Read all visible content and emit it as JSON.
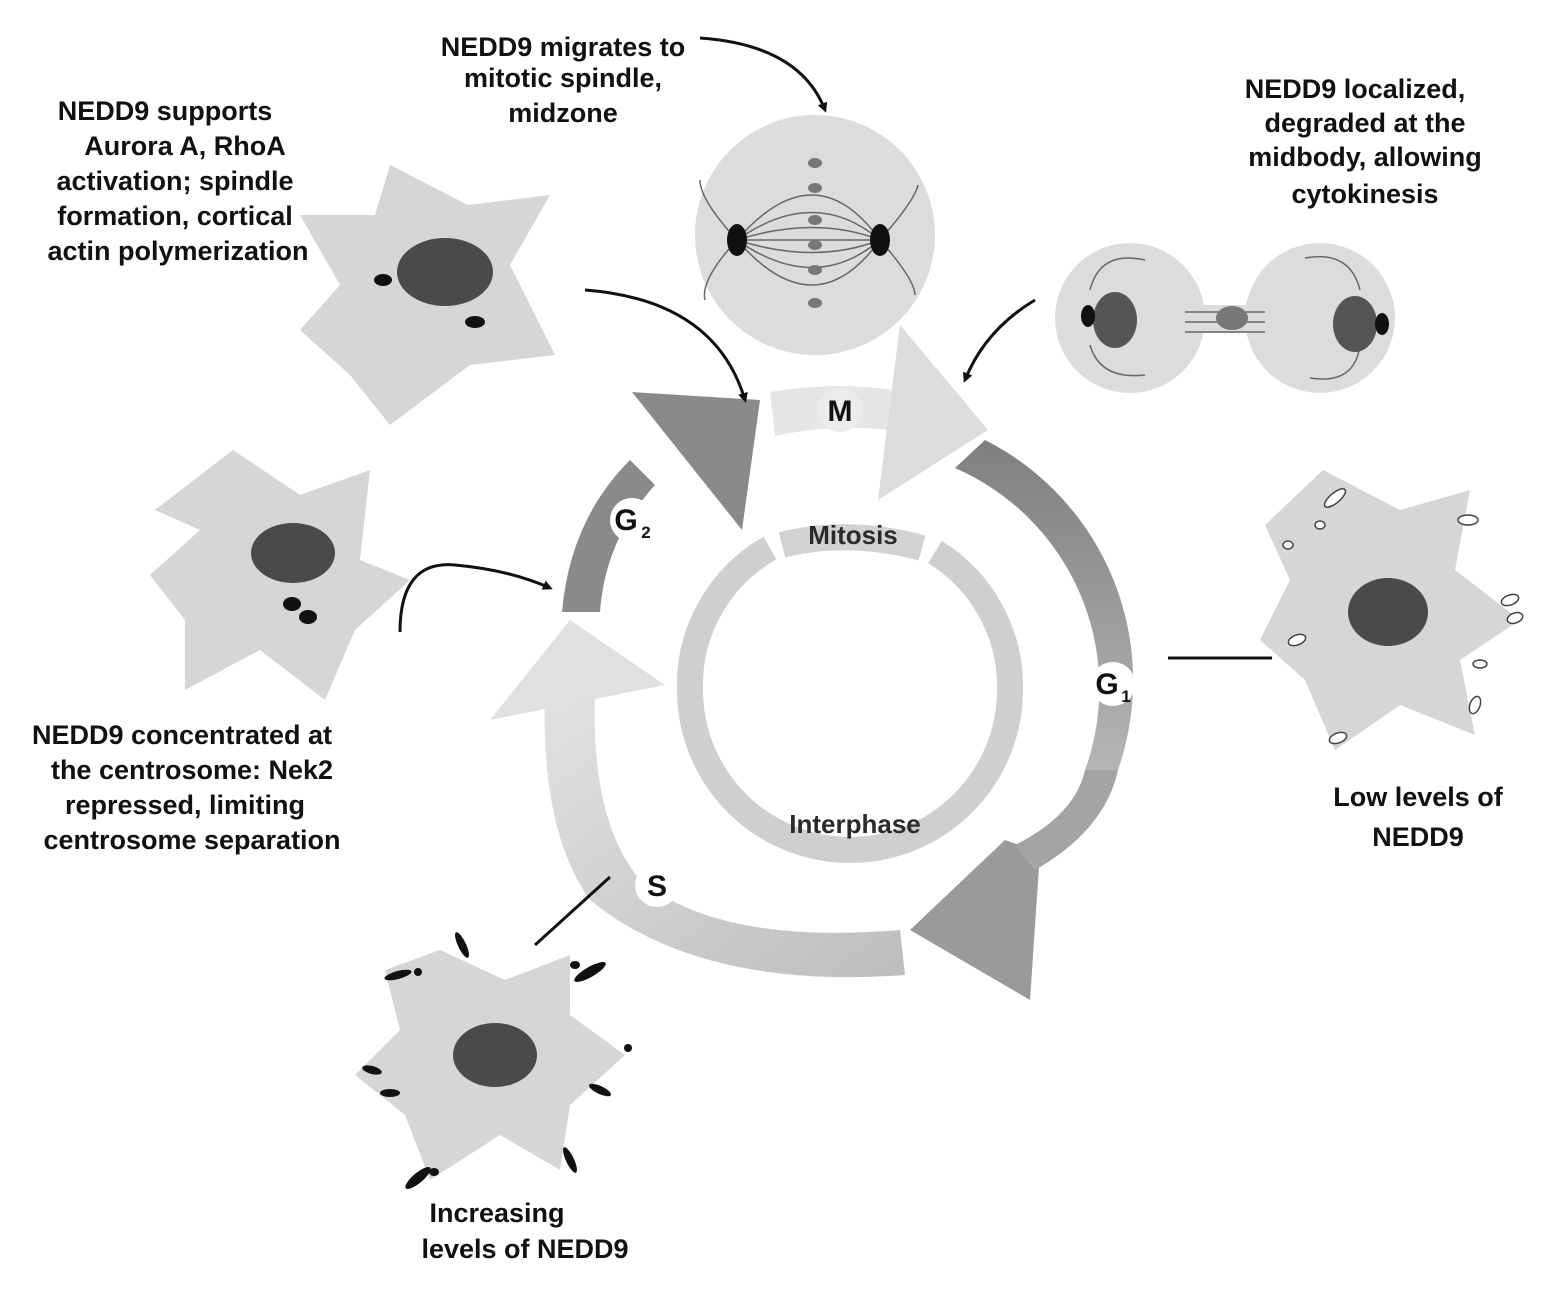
{
  "notes": {
    "migrates": [
      "NEDD9 migrates to",
      "mitotic spindle,",
      "midzone"
    ],
    "supports": [
      "NEDD9 supports",
      "Aurora A, RhoA",
      "activation; spindle",
      "formation, cortical",
      "actin polymerization"
    ],
    "localized": [
      "NEDD9 localized,",
      "degraded at the",
      "midbody, allowing",
      "cytokinesis"
    ],
    "concentrated": [
      "NEDD9 concentrated at",
      "the centrosome: Nek2",
      "repressed, limiting",
      "centrosome separation"
    ],
    "low": [
      "Low levels of",
      "NEDD9"
    ],
    "increasing": [
      "Increasing",
      "levels of NEDD9"
    ]
  },
  "phases": {
    "m": "M",
    "g1": "G",
    "g1_sub": "1",
    "g2": "G",
    "g2_sub": "2",
    "s": "S"
  },
  "ring_labels": {
    "mitosis": "Mitosis",
    "interphase": "Interphase"
  },
  "colors": {
    "cell_fill": "#d6d6d6",
    "nucleus": "#4a4a4a",
    "arrow_dark": "#7d7d7d",
    "arrow_light": "#d9d9d9",
    "ring": "#c9c9c9"
  }
}
